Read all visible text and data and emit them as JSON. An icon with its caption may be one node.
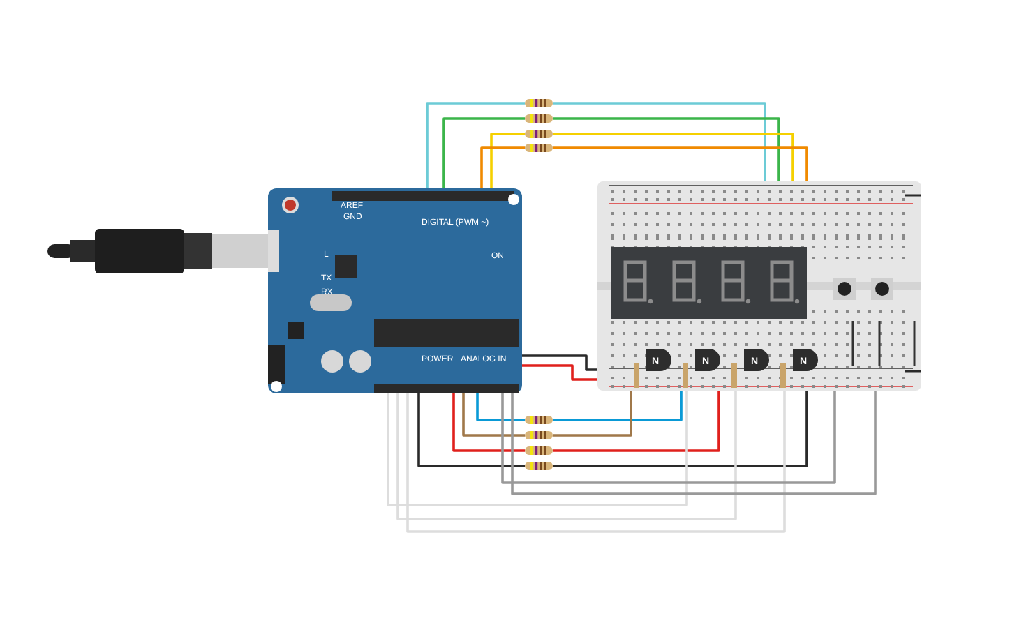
{
  "diagram": {
    "nodes": [
      {
        "text": [
          "AREF",
          "GND",
          "L",
          "TX",
          "RX",
          "ON",
          "DIGITAL (PWM ~)",
          "POWER",
          "ANALOG IN"
        ]
      },
      {
        "text": [],
        "shape": "box"
      },
      {
        "text": [],
        "shape": "resistor"
      },
      {
        "text": [],
        "shape": "resistor"
      },
      {
        "text": [],
        "shape": "resistor"
      },
      {
        "text": [],
        "shape": "resistor"
      },
      {
        "text": [],
        "shape": "resistor"
      },
      {
        "text": [],
        "shape": "resistor"
      },
      {
        "text": [],
        "shape": "resistor"
      },
      {
        "text": [],
        "shape": "resistor"
      }
    ],
    "edges": [
      {
        "from": 0,
        "to": 2,
        "arrow": "none",
        "color": "#6ccbd6"
      },
      {
        "from": 2,
        "to": 1,
        "arrow": "none",
        "color": "#6ccbd6"
      },
      {
        "from": 0,
        "to": 3,
        "arrow": "none",
        "color": "#3bb54a"
      },
      {
        "from": 3,
        "to": 1,
        "arrow": "none",
        "color": "#3bb54a"
      },
      {
        "from": 0,
        "to": 4,
        "arrow": "none",
        "color": "#f5d000"
      },
      {
        "from": 4,
        "to": 1,
        "arrow": "none",
        "color": "#f5d000"
      },
      {
        "from": 0,
        "to": 5,
        "arrow": "none",
        "color": "#f08a00"
      },
      {
        "from": 5,
        "to": 1,
        "arrow": "none",
        "color": "#f08a00"
      },
      {
        "from": 0,
        "to": 6,
        "arrow": "none",
        "color": "#0a9ad6"
      },
      {
        "from": 6,
        "to": 1,
        "arrow": "none",
        "color": "#0a9ad6"
      },
      {
        "from": 0,
        "to": 7,
        "arrow": "none",
        "color": "#a0784a"
      },
      {
        "from": 7,
        "to": 1,
        "arrow": "none",
        "color": "#a0784a"
      },
      {
        "from": 0,
        "to": 8,
        "arrow": "none",
        "color": "#e0201c"
      },
      {
        "from": 8,
        "to": 1,
        "arrow": "none",
        "color": "#e0201c"
      },
      {
        "from": 0,
        "to": 9,
        "arrow": "none",
        "color": "#2a2a2a"
      },
      {
        "from": 9,
        "to": 1,
        "arrow": "none",
        "color": "#2a2a2a"
      },
      {
        "from": 0,
        "to": 1,
        "arrow": "none",
        "color": "#dddddd"
      },
      {
        "from": 0,
        "to": 1,
        "arrow": "none",
        "color": "#dddddd"
      },
      {
        "from": 0,
        "to": 1,
        "arrow": "none",
        "color": "#dddddd"
      },
      {
        "from": 0,
        "to": 1,
        "arrow": "none",
        "color": "#999999"
      },
      {
        "from": 0,
        "to": 1,
        "arrow": "none",
        "color": "#999999"
      },
      {
        "from": 0,
        "to": 1,
        "arrow": "none",
        "color": "#e0201c"
      },
      {
        "from": 0,
        "to": 1,
        "arrow": "none",
        "color": "#2a2a2a"
      }
    ],
    "labels": [
      "N",
      "N",
      "N",
      "N"
    ]
  }
}
